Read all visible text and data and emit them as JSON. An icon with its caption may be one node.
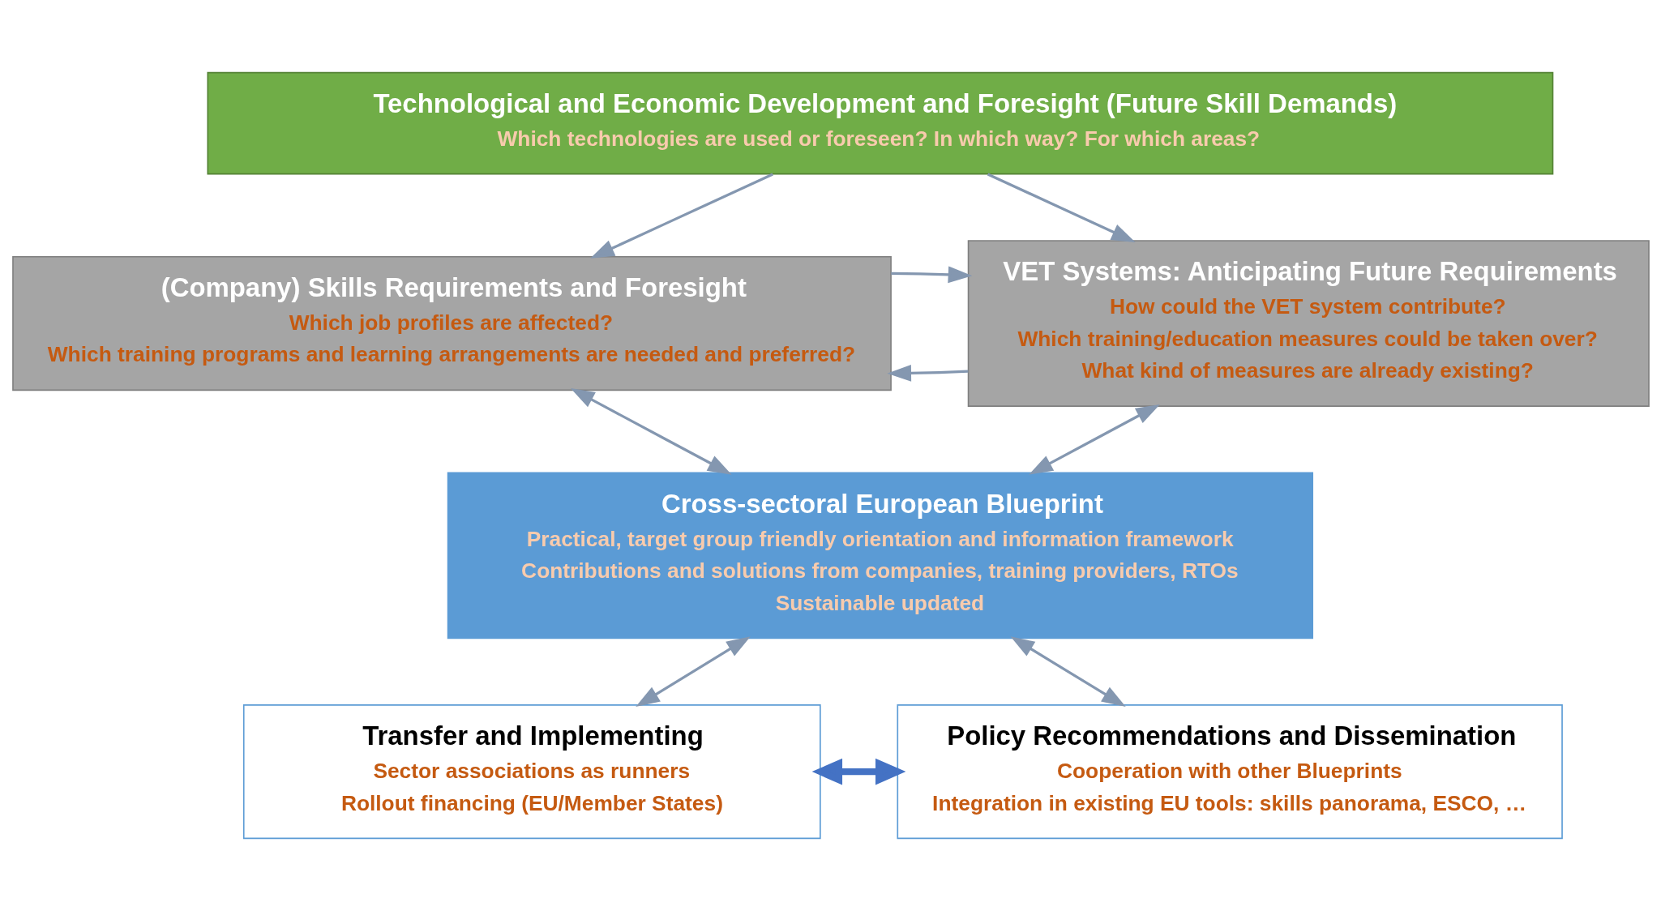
{
  "diagram": {
    "nodes": [
      {
        "text": [
          "Technological and Economic Development and Foresight (Future Skill Demands)",
          "Which technologies are used or foreseen? In which way? For which areas?"
        ]
      },
      {
        "text": [
          "(Company) Skills Requirements and Foresight",
          "Which job profiles are affected?",
          "Which training programs and learning arrangements are needed and preferred?"
        ]
      },
      {
        "text": [
          "VET Systems: Anticipating Future Requirements",
          "How could the VET system contribute?",
          "Which training/education measures could be taken over?",
          "What kind of measures are already existing?"
        ]
      },
      {
        "text": [
          "Cross-sectoral European Blueprint",
          "Practical, target group friendly orientation and information framework",
          "Contributions and solutions from companies, training providers, RTOs",
          "Sustainable updated"
        ]
      },
      {
        "text": [
          "Transfer and Implementing",
          "Sector associations as runners",
          "Rollout financing (EU/Member States)"
        ]
      },
      {
        "text": [
          "Policy Recommendations and Dissemination",
          "Cooperation with other Blueprints",
          "Integration in existing EU tools: skills panorama, ESCO, …"
        ]
      }
    ],
    "edges": [
      {
        "from": 0,
        "to": 1,
        "arrow": "to"
      },
      {
        "from": 0,
        "to": 2,
        "arrow": "to"
      },
      {
        "from": 2,
        "to": 1,
        "arrow": "to"
      },
      {
        "from": 1,
        "to": 2,
        "arrow": "to"
      },
      {
        "from": 1,
        "to": 3,
        "arrow": "both"
      },
      {
        "from": 2,
        "to": 3,
        "arrow": "both"
      },
      {
        "from": 3,
        "to": 4,
        "arrow": "both"
      },
      {
        "from": 3,
        "to": 5,
        "arrow": "both"
      },
      {
        "from": 4,
        "to": 5,
        "arrow": "both",
        "style": "thick",
        "color": "#4472c4"
      }
    ]
  }
}
